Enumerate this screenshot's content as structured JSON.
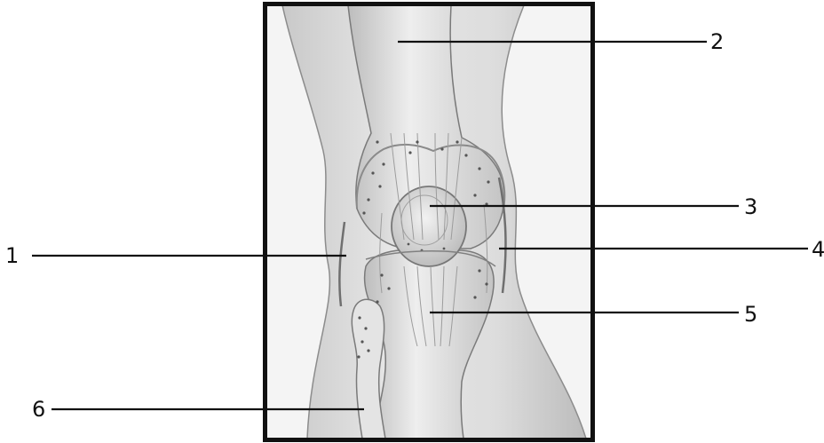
{
  "diagram": {
    "labels": [
      {
        "id": "1",
        "text": "1"
      },
      {
        "id": "2",
        "text": "2"
      },
      {
        "id": "3",
        "text": "3"
      },
      {
        "id": "4",
        "text": "4"
      },
      {
        "id": "5",
        "text": "5"
      },
      {
        "id": "6",
        "text": "6"
      }
    ]
  },
  "colors": {
    "frame": "#111111",
    "skin": "#dcdcdc",
    "bone": "#ececec",
    "shadow": "#9a9a9a",
    "cartilage_dots": "#555555"
  }
}
